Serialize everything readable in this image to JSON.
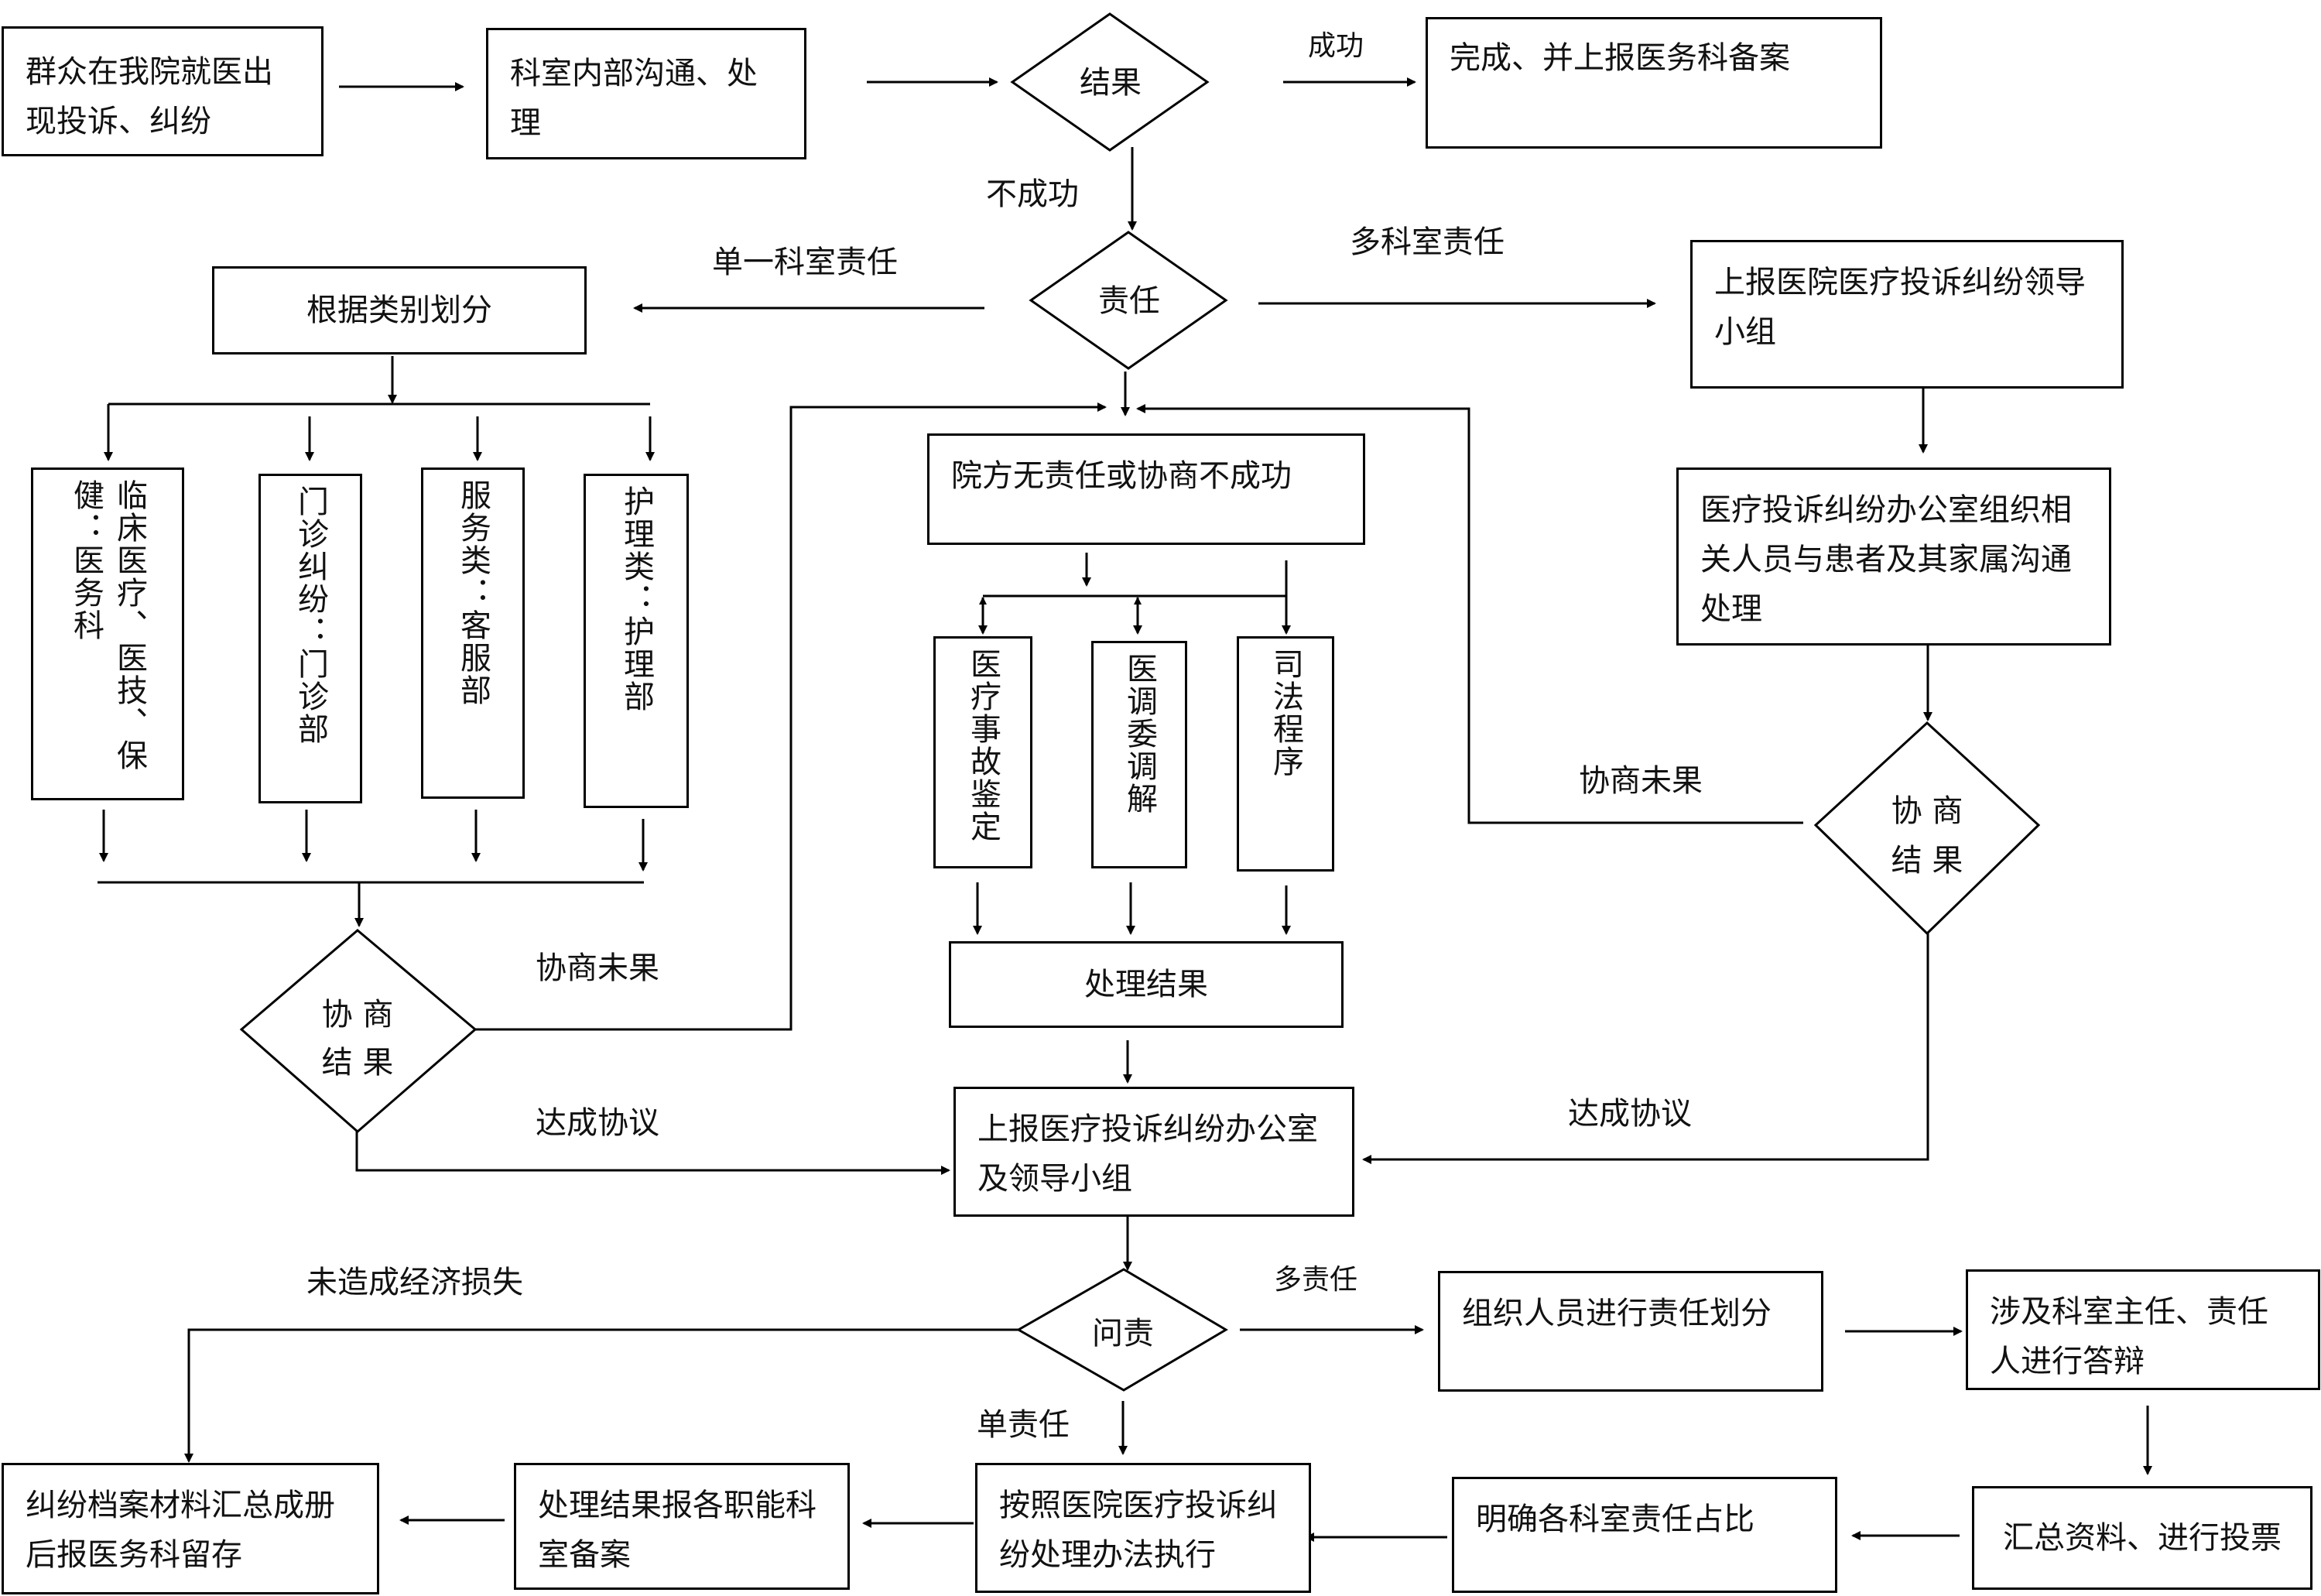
{
  "boxes": {
    "complaint": "群众在我院就医出现投诉、纠纷",
    "dept_communicate": "科室内部沟通、处理",
    "complete_report": "完成、并上报医务科备案",
    "classify": "根据类别划分",
    "report_leader_group": "上报医院医疗投诉纠纷领导小组",
    "clinical": "临床医疗、医技、保健：医务科",
    "outpatient": "门诊纠纷：门诊部",
    "service": "服务类：客服部",
    "nursing": "护理类：护理部",
    "no_fault": "院方无责任或协商不成功",
    "office_org": "医疗投诉纠纷办公室组织相关人员与患者及其家属沟通处理",
    "accident_appraisal": "医疗事故鉴定",
    "mediation": "医调委调解",
    "judicial": "司法程序",
    "handle_result": "处理结果",
    "report_office": "上报医疗投诉纠纷办公室及领导小组",
    "org_division": "组织人员进行责任划分",
    "defense": "涉及科室主任、责任人进行答辩",
    "archive": "纠纷档案材料汇总成册后报医务科留存",
    "report_dept": "处理结果报各职能科室备案",
    "execute": "按照医院医疗投诉纠纷处理办法执行",
    "ratio": "明确各科室责任占比",
    "vote": "汇总资料、进行投票"
  },
  "diamonds": {
    "result": "结果",
    "responsibility": "责任",
    "negotiate_left_1": "协 商",
    "negotiate_left_2": "结 果",
    "negotiate_right_1": "协 商",
    "negotiate_right_2": "结 果",
    "accountability": "问责"
  },
  "labels": {
    "success": "成功",
    "fail": "不成功",
    "single_dept": "单一科室责任",
    "multi_dept": "多科室责任",
    "no_result_left": "协商未果",
    "agreement_left": "达成协议",
    "no_result_right": "协商未果",
    "agreement_right": "达成协议",
    "no_loss": "未造成经济损失",
    "multi_resp": "多责任",
    "single_resp": "单责任"
  }
}
